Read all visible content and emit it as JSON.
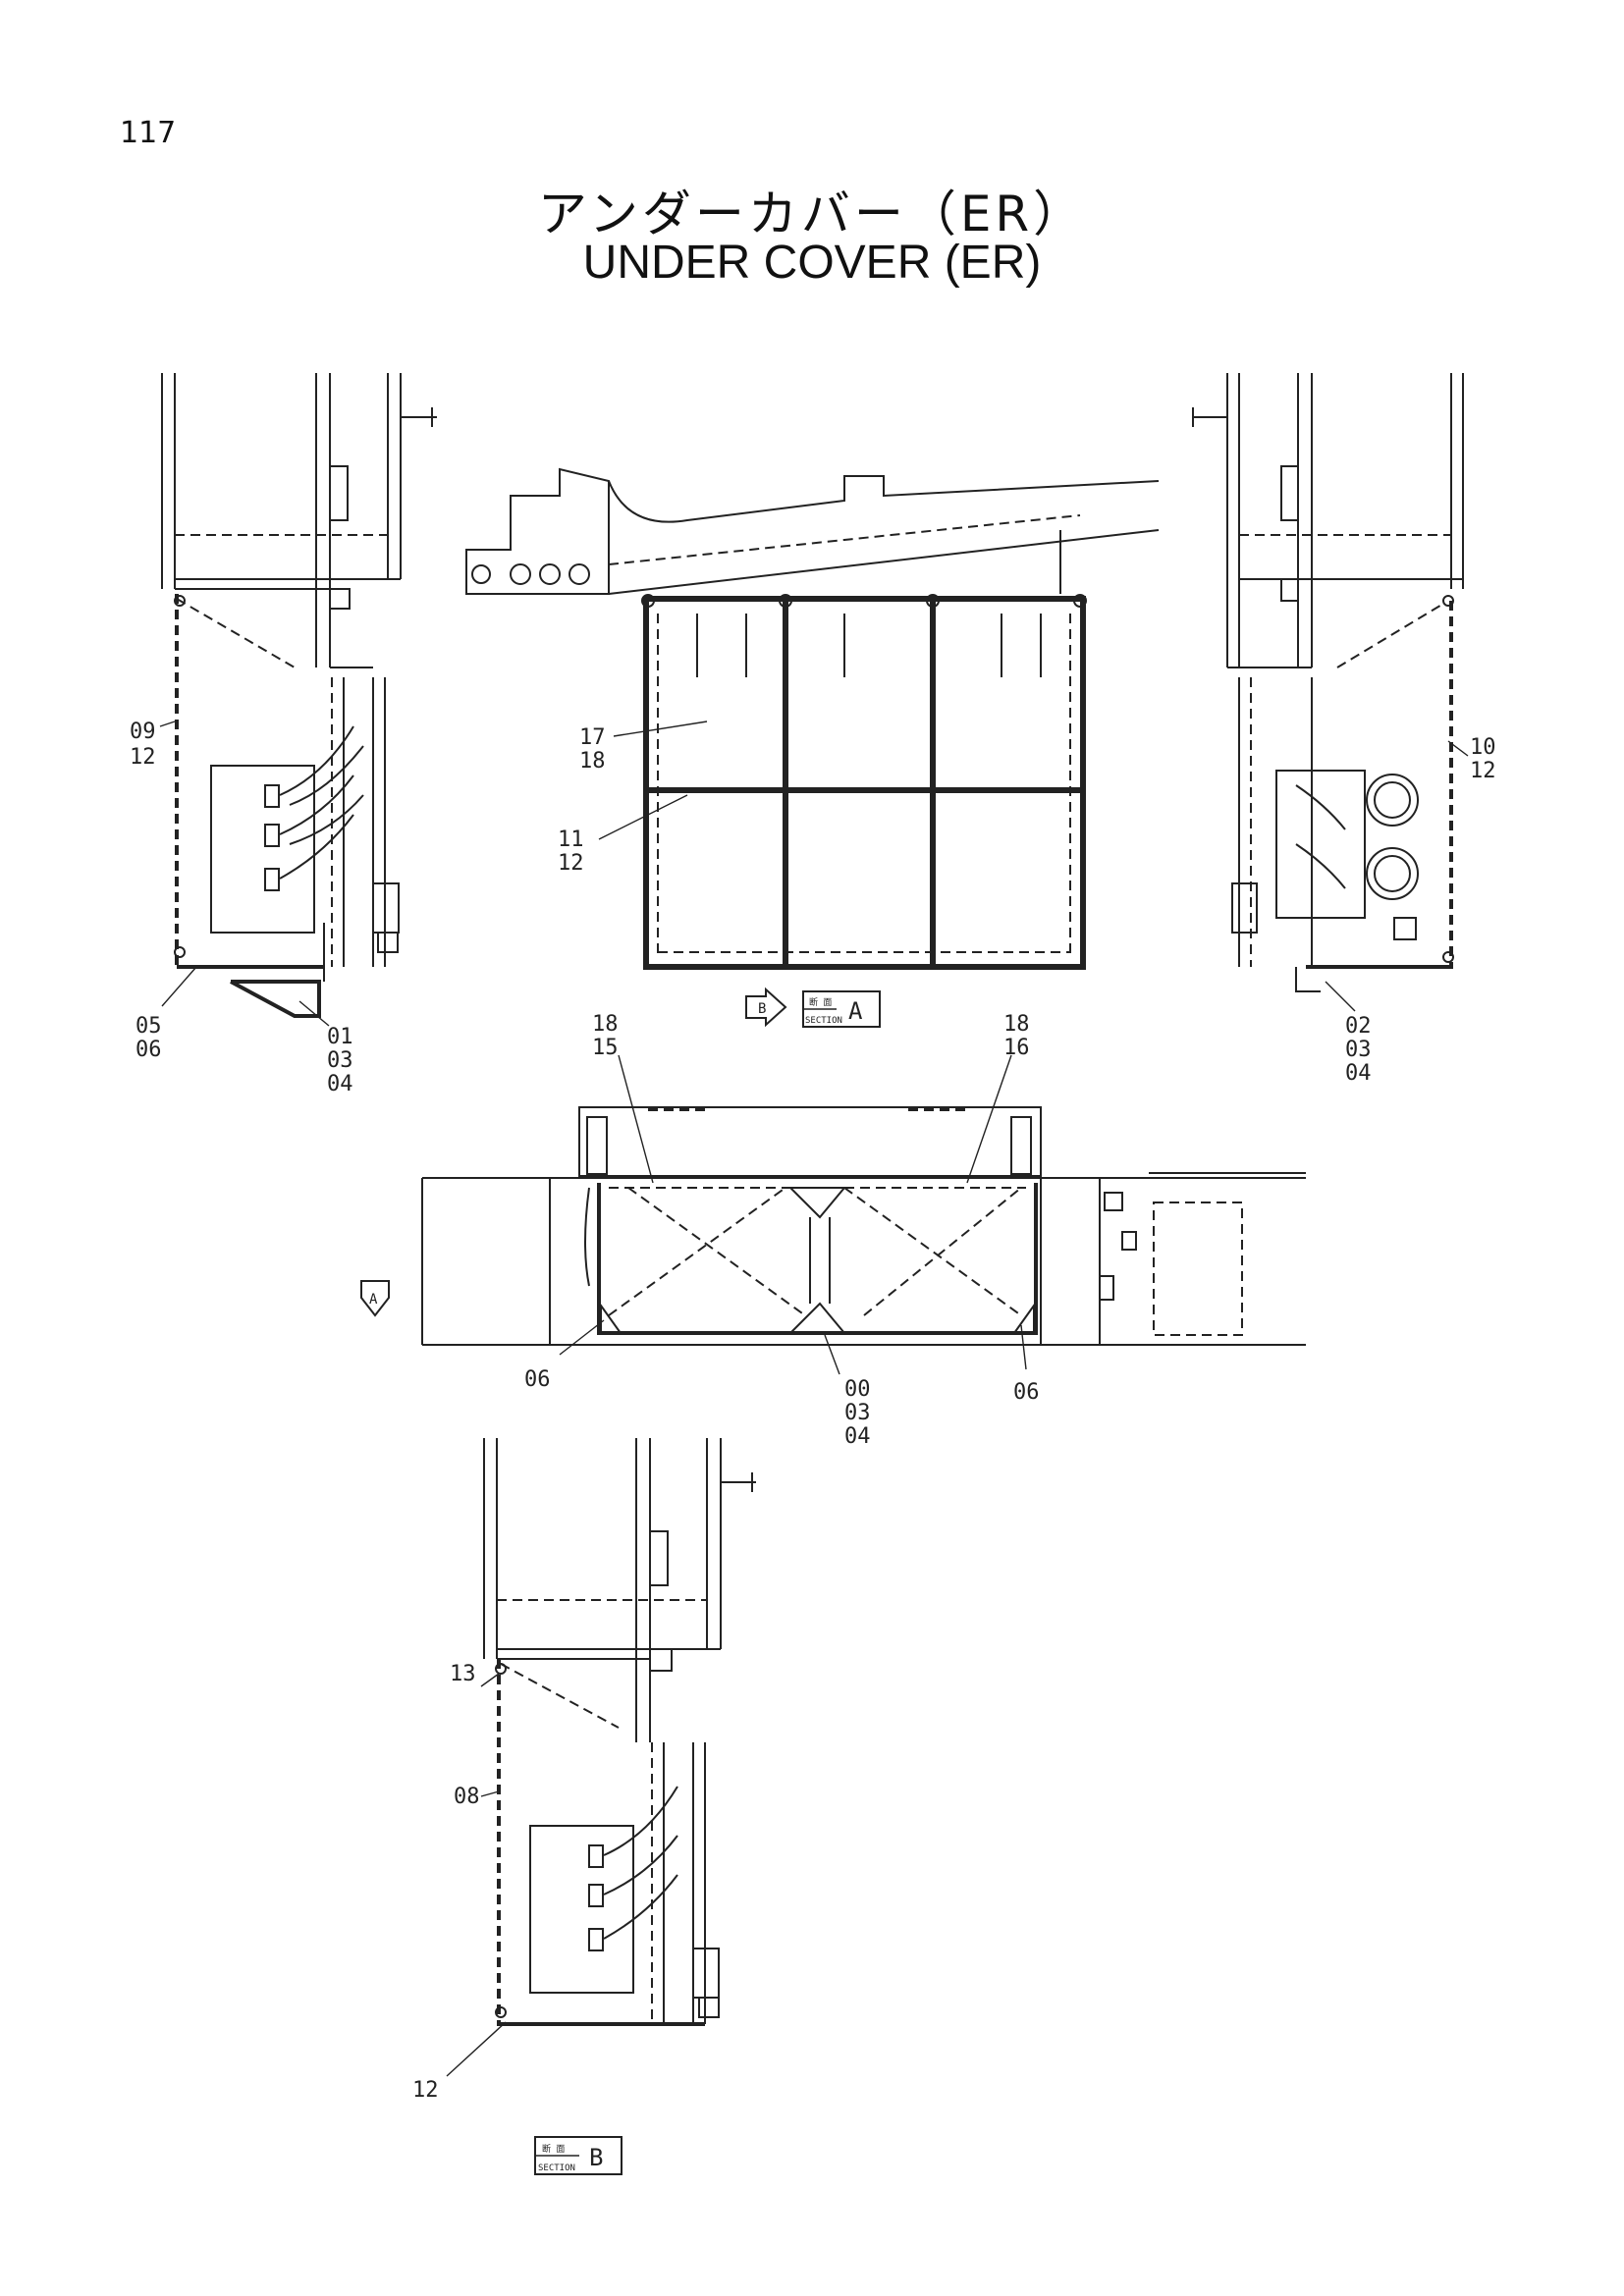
{
  "page_number": "117",
  "title_jp": "アンダーカバー（ER）",
  "title_en": "UNDER  COVER (ER)",
  "callouts": {
    "c09": "09",
    "c12a": "12",
    "c05": "05",
    "c06a": "06",
    "c01": "01",
    "c03a": "03",
    "c04a": "04",
    "c17": "17",
    "c18a": "18",
    "c11": "11",
    "c12b": "12",
    "c10": "10",
    "c12c": "12",
    "c02": "02",
    "c03b": "03",
    "c04b": "04",
    "c18b": "18",
    "c15": "15",
    "c18c": "18",
    "c16": "16",
    "c06b": "06",
    "c00": "00",
    "c03c": "03",
    "c04c": "04",
    "c06c": "06",
    "c13": "13",
    "c08": "08",
    "c12d": "12"
  },
  "section_a": {
    "label_jp": "断 面",
    "label_en": "SECTION",
    "letter": "A"
  },
  "section_b": {
    "label_jp": "断 面",
    "label_en": "SECTION",
    "letter": "B"
  },
  "view_arrow_b": "B",
  "view_arrow_a": "A"
}
